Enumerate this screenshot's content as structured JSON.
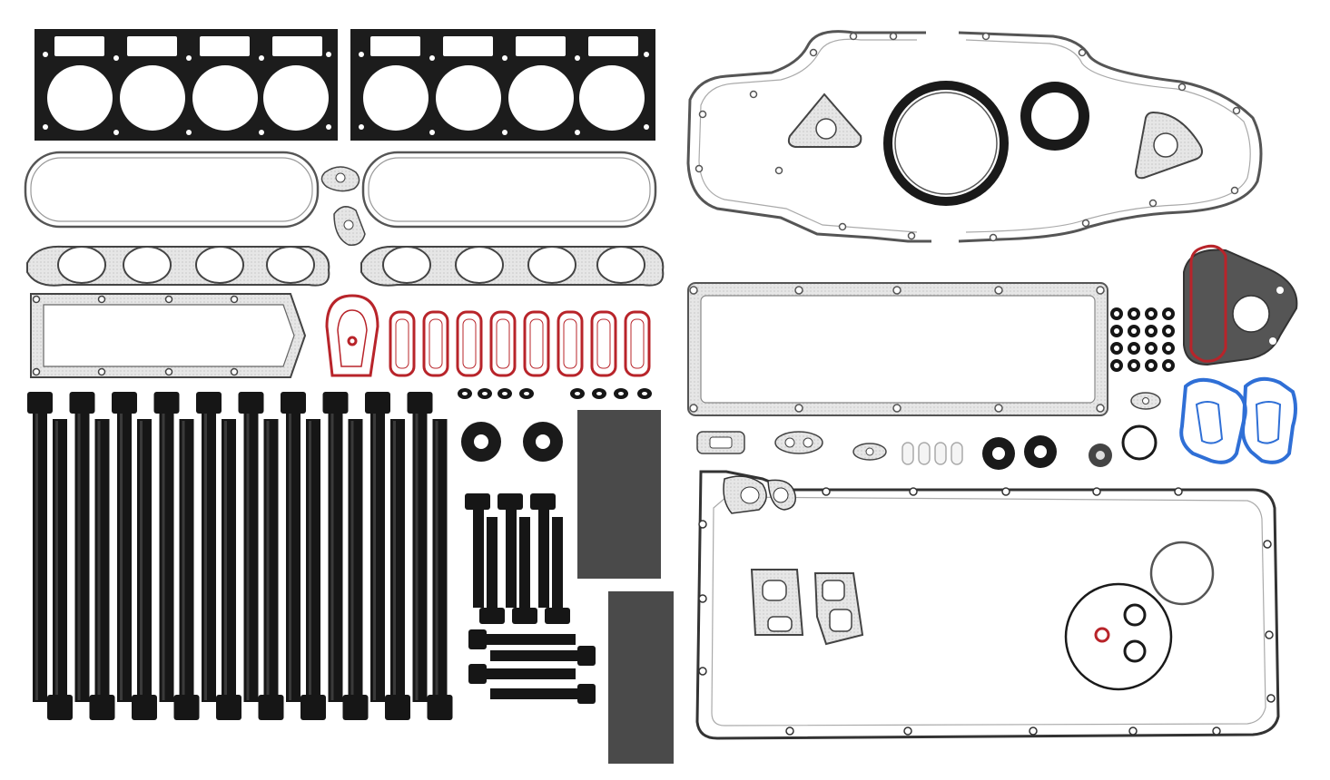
{
  "image": {
    "kind": "product-photo",
    "alt": "",
    "colors": {
      "background": "#ffffff",
      "gasket_black": "#1c1c1c",
      "gasket_gray": "#d9d9d9",
      "gasket_outline": "#555555",
      "red_seal": "#b8242a",
      "blue_seal": "#2f6fd6",
      "bolt": "#161616",
      "bolt_highlight": "#3a3a3a",
      "shim_pad": "#4a4a4a"
    },
    "counts": {
      "long_head_bolts": 20,
      "short_bolts": 6,
      "side_bolts": 4,
      "valve_stem_seals": 16,
      "intake_red_seals": 8
    }
  }
}
